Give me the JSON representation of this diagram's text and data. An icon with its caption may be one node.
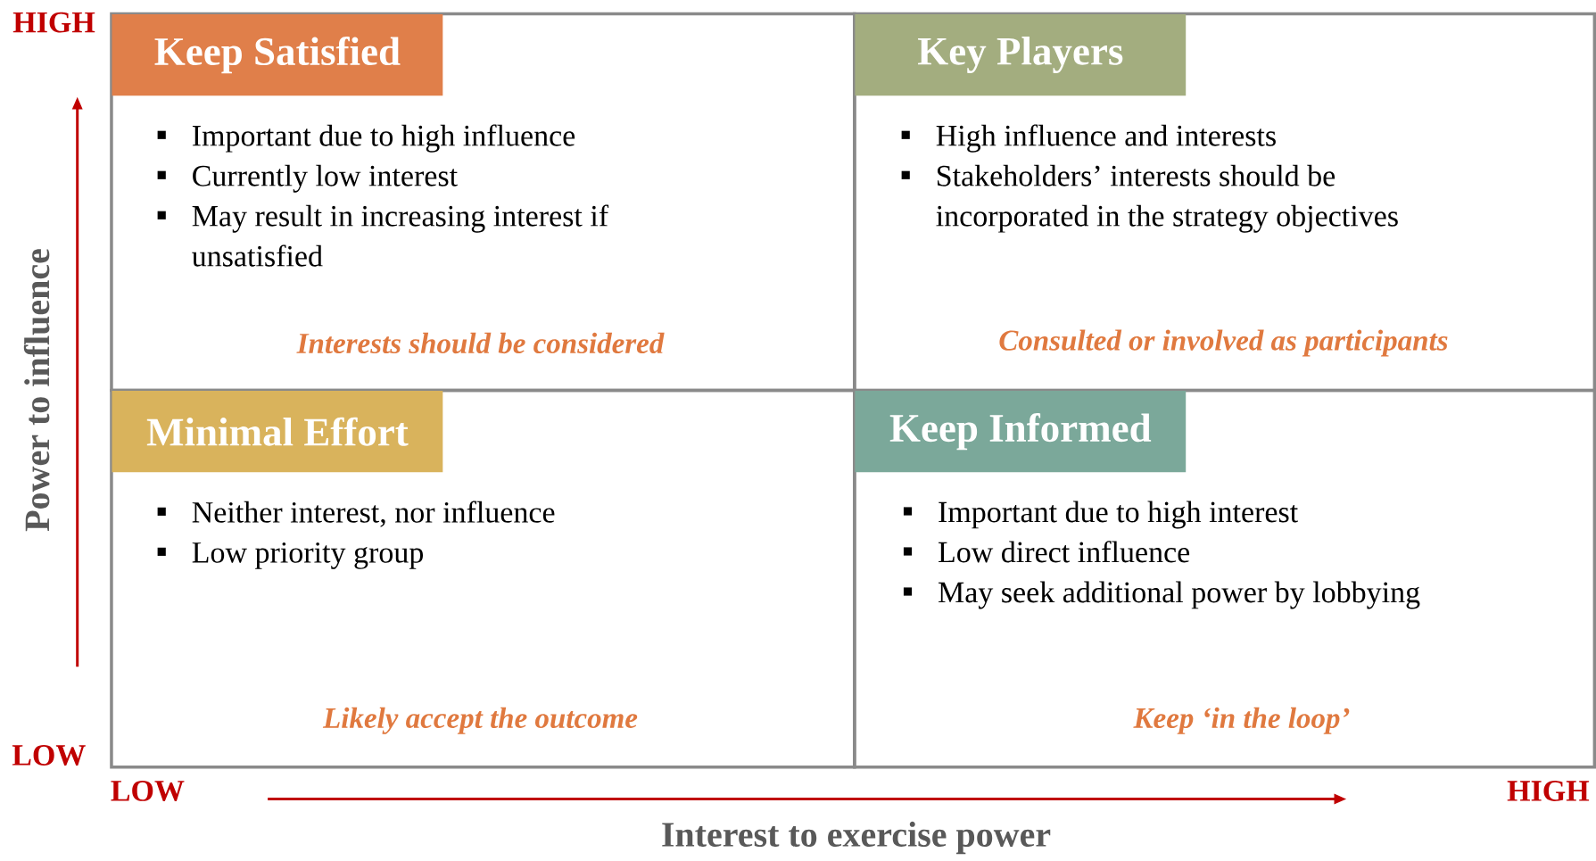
{
  "diagram": {
    "nodes": [
      {
        "text": [
          "Important due to high influence",
          "Currently low interest",
          "May result in increasing interest if unsatisfied",
          "Interests should be considered"
        ]
      },
      {
        "text": [
          "Keep Satisfied"
        ],
        "in": 0
      },
      {
        "text": [
          "High influence and interests",
          "Stakeholders’ interests should be incorporated in the strategy objectives",
          "Consulted or involved as participants"
        ]
      },
      {
        "text": [
          "Key Players"
        ],
        "in": 2
      },
      {
        "text": [
          "Neither interest, nor influence",
          "Low priority group",
          "Likely accept the outcome"
        ]
      },
      {
        "text": [
          "Minimal Effort"
        ],
        "in": 4
      },
      {
        "text": [
          "Important due to high interest",
          "Low direct influence",
          "May seek additional power by lobbying",
          "Keep ‘in the loop’"
        ]
      },
      {
        "text": [
          "Keep Informed"
        ],
        "in": 6
      }
    ],
    "labels": [
      "HIGH",
      "Power to influence",
      "LOW",
      "LOW",
      "HIGH",
      "Interest to exercise power"
    ]
  }
}
